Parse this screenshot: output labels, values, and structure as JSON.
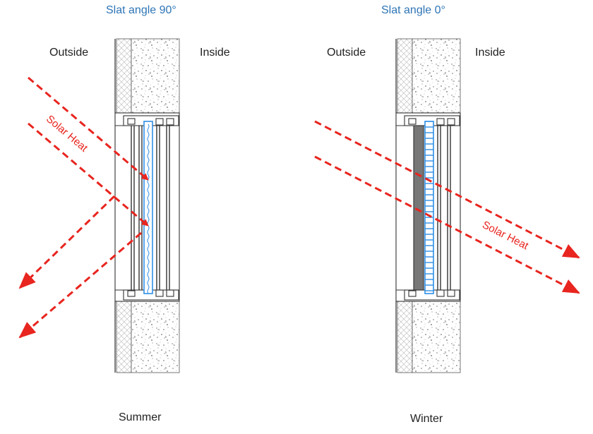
{
  "colors": {
    "title": "#2e75b6",
    "arrow": "#e8251f",
    "slat": "#2e8fe6",
    "frame": "#333333",
    "text": "#222222"
  },
  "panels": [
    {
      "title": "Slat angle 90°",
      "outside": "Outside",
      "inside": "Inside",
      "heat_label": "Solar Heat",
      "season": "Summer"
    },
    {
      "title": "Slat angle 0°",
      "outside": "Outside",
      "inside": "Inside",
      "heat_label": "Solar Heat",
      "season": "Winter"
    }
  ]
}
